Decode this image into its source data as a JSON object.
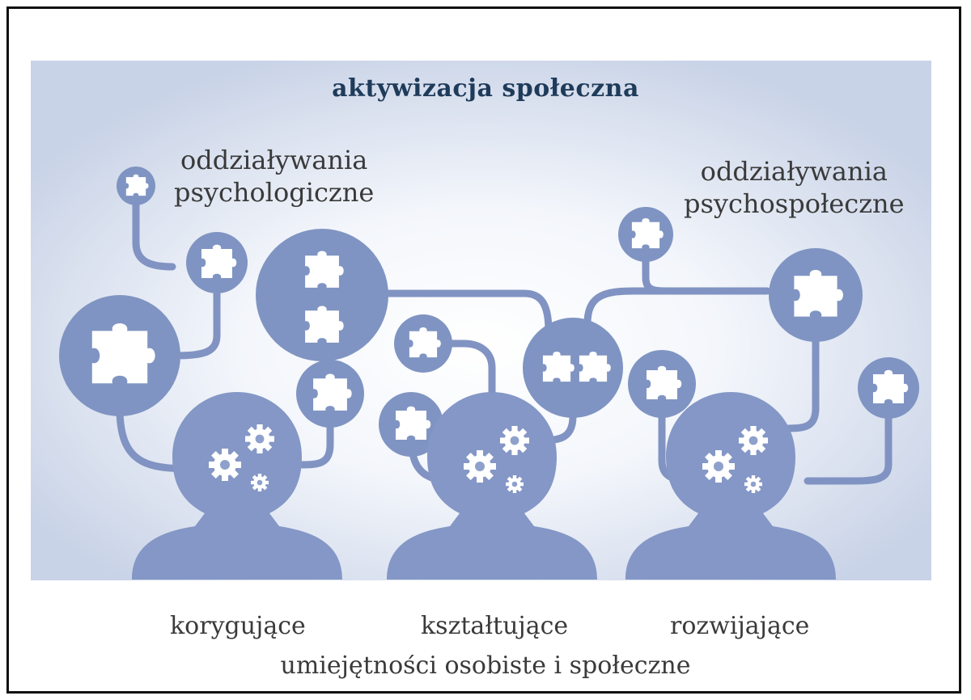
{
  "title": "aktywizacja społeczna",
  "labels": {
    "left_line1": "oddziaływania",
    "left_line2": "psychologiczne",
    "right_line1": "oddziaływania",
    "right_line2": "psychospołeczne"
  },
  "bottom": {
    "item1": "korygujące",
    "item2": "kształtujące",
    "item3": "rozwijające",
    "caption": "umiejętności osobiste i społeczne"
  },
  "colors": {
    "accent": "#7f94c2",
    "title": "#1f3b5a",
    "text": "#3a3a3a"
  }
}
